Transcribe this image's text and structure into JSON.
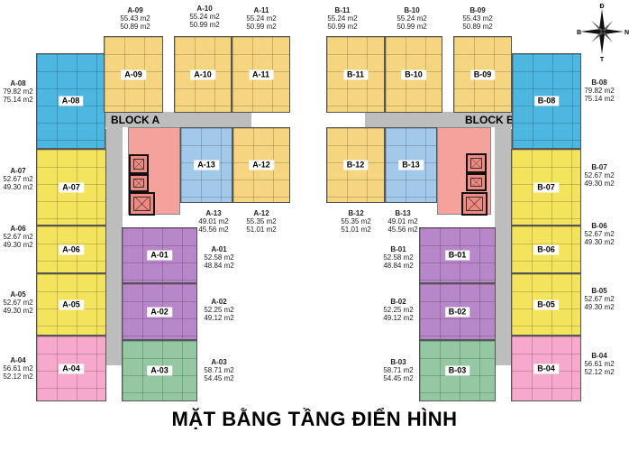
{
  "title": "MẶT BẰNG TẦNG ĐIỂN HÌNH",
  "blocks": {
    "a": "BLOCK A",
    "b": "BLOCK B"
  },
  "compass": {
    "north": "Đ",
    "east": "N",
    "south": "T",
    "west": "B"
  },
  "colors": {
    "yellow_orange": "#f6d580",
    "yellow": "#f4e35c",
    "blue": "#4db7e2",
    "light_blue": "#a3c9ea",
    "purple": "#b887c9",
    "green": "#93c8a2",
    "pink": "#f6a9cb",
    "core": "#f4a29b",
    "corridor": "#bdbdbd"
  },
  "units": [
    {
      "id": "A-01",
      "area1": "52.58 m2",
      "area2": "48.84 m2",
      "color": "purple"
    },
    {
      "id": "A-02",
      "area1": "52.25 m2",
      "area2": "49.12 m2",
      "color": "purple"
    },
    {
      "id": "A-03",
      "area1": "58.71 m2",
      "area2": "54.45 m2",
      "color": "green"
    },
    {
      "id": "A-04",
      "area1": "56.61 m2",
      "area2": "52.12 m2",
      "color": "pink"
    },
    {
      "id": "A-05",
      "area1": "52.67 m2",
      "area2": "49.30 m2",
      "color": "yellow"
    },
    {
      "id": "A-06",
      "area1": "52.67 m2",
      "area2": "49.30 m2",
      "color": "yellow"
    },
    {
      "id": "A-07",
      "area1": "52.67 m2",
      "area2": "49.30 m2",
      "color": "yellow"
    },
    {
      "id": "A-08",
      "area1": "79.82 m2",
      "area2": "75.14 m2",
      "color": "blue"
    },
    {
      "id": "A-09",
      "area1": "55.43 m2",
      "area2": "50.89 m2",
      "color": "yellow_orange"
    },
    {
      "id": "A-10",
      "area1": "55.24 m2",
      "area2": "50.99 m2",
      "color": "yellow_orange"
    },
    {
      "id": "A-11",
      "area1": "55.24 m2",
      "area2": "50.99 m2",
      "color": "yellow_orange"
    },
    {
      "id": "A-12",
      "area1": "55.35 m2",
      "area2": "51.01 m2",
      "color": "yellow_orange"
    },
    {
      "id": "A-13",
      "area1": "49.01 m2",
      "area2": "45.56 m2",
      "color": "light_blue"
    },
    {
      "id": "B-01",
      "area1": "52.58 m2",
      "area2": "48.84 m2",
      "color": "purple"
    },
    {
      "id": "B-02",
      "area1": "52.25 m2",
      "area2": "49.12 m2",
      "color": "purple"
    },
    {
      "id": "B-03",
      "area1": "58.71 m2",
      "area2": "54.45 m2",
      "color": "green"
    },
    {
      "id": "B-04",
      "area1": "56.61 m2",
      "area2": "52.12 m2",
      "color": "pink"
    },
    {
      "id": "B-05",
      "area1": "52.67 m2",
      "area2": "49.30 m2",
      "color": "yellow"
    },
    {
      "id": "B-06",
      "area1": "52.67 m2",
      "area2": "49.30 m2",
      "color": "yellow"
    },
    {
      "id": "B-07",
      "area1": "52.67 m2",
      "area2": "49.30 m2",
      "color": "yellow"
    },
    {
      "id": "B-08",
      "area1": "79.82 m2",
      "area2": "75.14 m2",
      "color": "blue"
    },
    {
      "id": "B-09",
      "area1": "55.43 m2",
      "area2": "50.89 m2",
      "color": "yellow_orange"
    },
    {
      "id": "B-10",
      "area1": "55.24 m2",
      "area2": "50.99 m2",
      "color": "yellow_orange"
    },
    {
      "id": "B-11",
      "area1": "55.24 m2",
      "area2": "50.99 m2",
      "color": "yellow_orange"
    },
    {
      "id": "B-12",
      "area1": "55.35 m2",
      "area2": "51.01 m2",
      "color": "yellow_orange"
    },
    {
      "id": "B-13",
      "area1": "49.01 m2",
      "area2": "45.56 m2",
      "color": "light_blue"
    }
  ]
}
